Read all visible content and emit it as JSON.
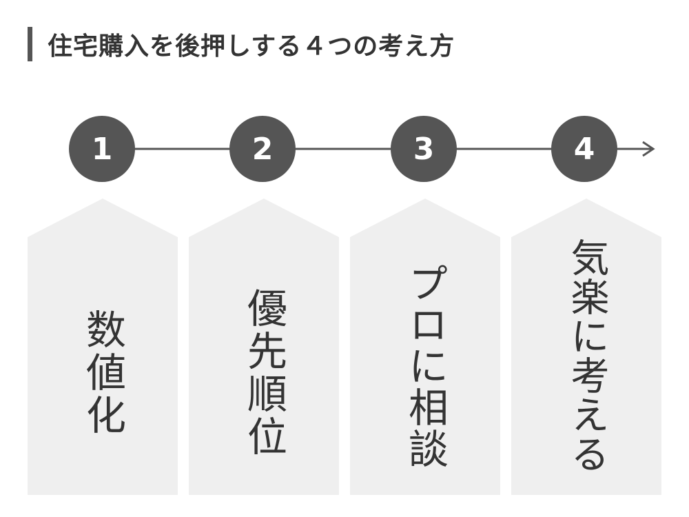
{
  "title": "住宅購入を後押しする４つの考え方",
  "steps": [
    {
      "number": "1",
      "label": "数値化"
    },
    {
      "number": "2",
      "label": "優先順位"
    },
    {
      "number": "3",
      "label": "プロに相談"
    },
    {
      "number": "4",
      "label": "気楽に考える"
    }
  ],
  "colors": {
    "accent": "#555555",
    "card": "#efefef",
    "text": "#333333"
  }
}
